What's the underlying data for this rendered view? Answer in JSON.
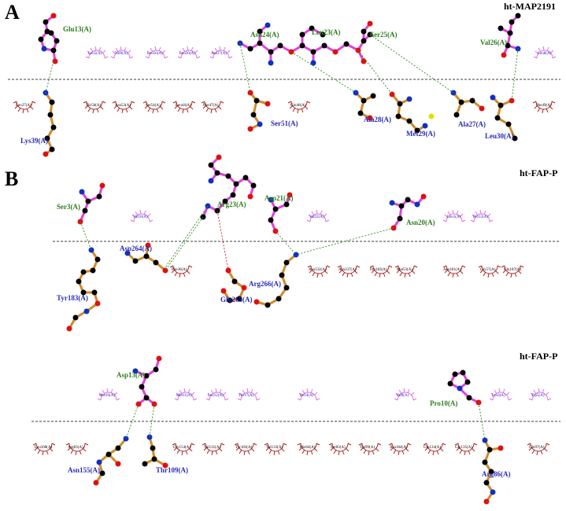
{
  "panels": [
    {
      "letter": "A",
      "title": "ht-MAP2191",
      "ligand_hbond_residues": [
        "Glu13(A)",
        "Asn24(A)",
        "Leu23(A)",
        "Ser25(A)",
        "Val26(A)"
      ],
      "receptor_hbond_residues": [
        "Lys39(A)",
        "Ser51(A)",
        "Ala28(A)",
        "Met29(A)",
        "Ala27(A)",
        "Leu30(A)"
      ],
      "ligand_hydrophobic": [
        "Leu5(A)",
        "Val9(A)",
        "Leu16(A)",
        "Leu20(A)",
        "Asn17(A)",
        "Leu8(A)"
      ],
      "receptor_hydrophobic": [
        "Leu37(A)",
        "Thr50(A)",
        "Asn53(A)",
        "Ser54(A)",
        "Leu44(A)",
        "Phe47(A)",
        "Glu46(A)",
        "Phe49(A)"
      ]
    },
    {
      "letter": "B",
      "title": "ht-FAP-P",
      "ligand_hbond_residues": [
        "Ser3(A)",
        "Arg23(A)",
        "Asp21(A)",
        "Asn20(A)"
      ],
      "receptor_hbond_residues": [
        "Asp264(A)",
        "Tyr183(A)",
        "Glu265(A)",
        "Arg266(A)"
      ],
      "ligand_hydrophobic": [
        "Val10(A)",
        "Val22(A)",
        "Leu1(A)",
        "Pro12(A)"
      ],
      "receptor_hydrophobic": [
        "Phe36(A)",
        "Asn332(A)",
        "Asn337(A)",
        "Pro183(A)",
        "Met53(A)",
        "Asn181(A)",
        "Gly57(A)",
        "Gln187(A)"
      ]
    },
    {
      "letter": "",
      "title": "ht-FAP-P",
      "ligand_hbond_residues": [
        "Asp13(A)",
        "Pro10(A)"
      ],
      "receptor_hbond_residues": [
        "Asn155(A)",
        "Thr109(A)",
        "Arg86(A)"
      ],
      "ligand_hydrophobic": [
        "Met16(A)",
        "Met11(A)",
        "Leu12(A)",
        "Thr17(A)",
        "Ile14(A)",
        "Val8(A)",
        "Lys4(A)",
        "Trp5(A)"
      ],
      "receptor_hydrophobic": [
        "Leu108(A)",
        "Arg83(A)",
        "Gly154(A)",
        "Val131(A)",
        "Tyr183(A)",
        "Val133(A)",
        "Phe64(A)",
        "Ser83(A)",
        "Trp99(A)",
        "Asn184(A)",
        "Gln134(A)",
        "Gly135(A)",
        "Gln97(A)"
      ]
    }
  ],
  "colors": {
    "ligand_bond": "#e040e0",
    "receptor_bond": "#d08a2a",
    "hbond": "#2e8b1e",
    "clash": "#cc2020",
    "carbon": "#000000",
    "nitrogen": "#1030c0",
    "oxygen": "#e01010",
    "sulfur": "#e0e000",
    "hydrophobic_ligand_arc": "#e070e0",
    "hydrophobic_receptor_arc": "#b02020"
  }
}
